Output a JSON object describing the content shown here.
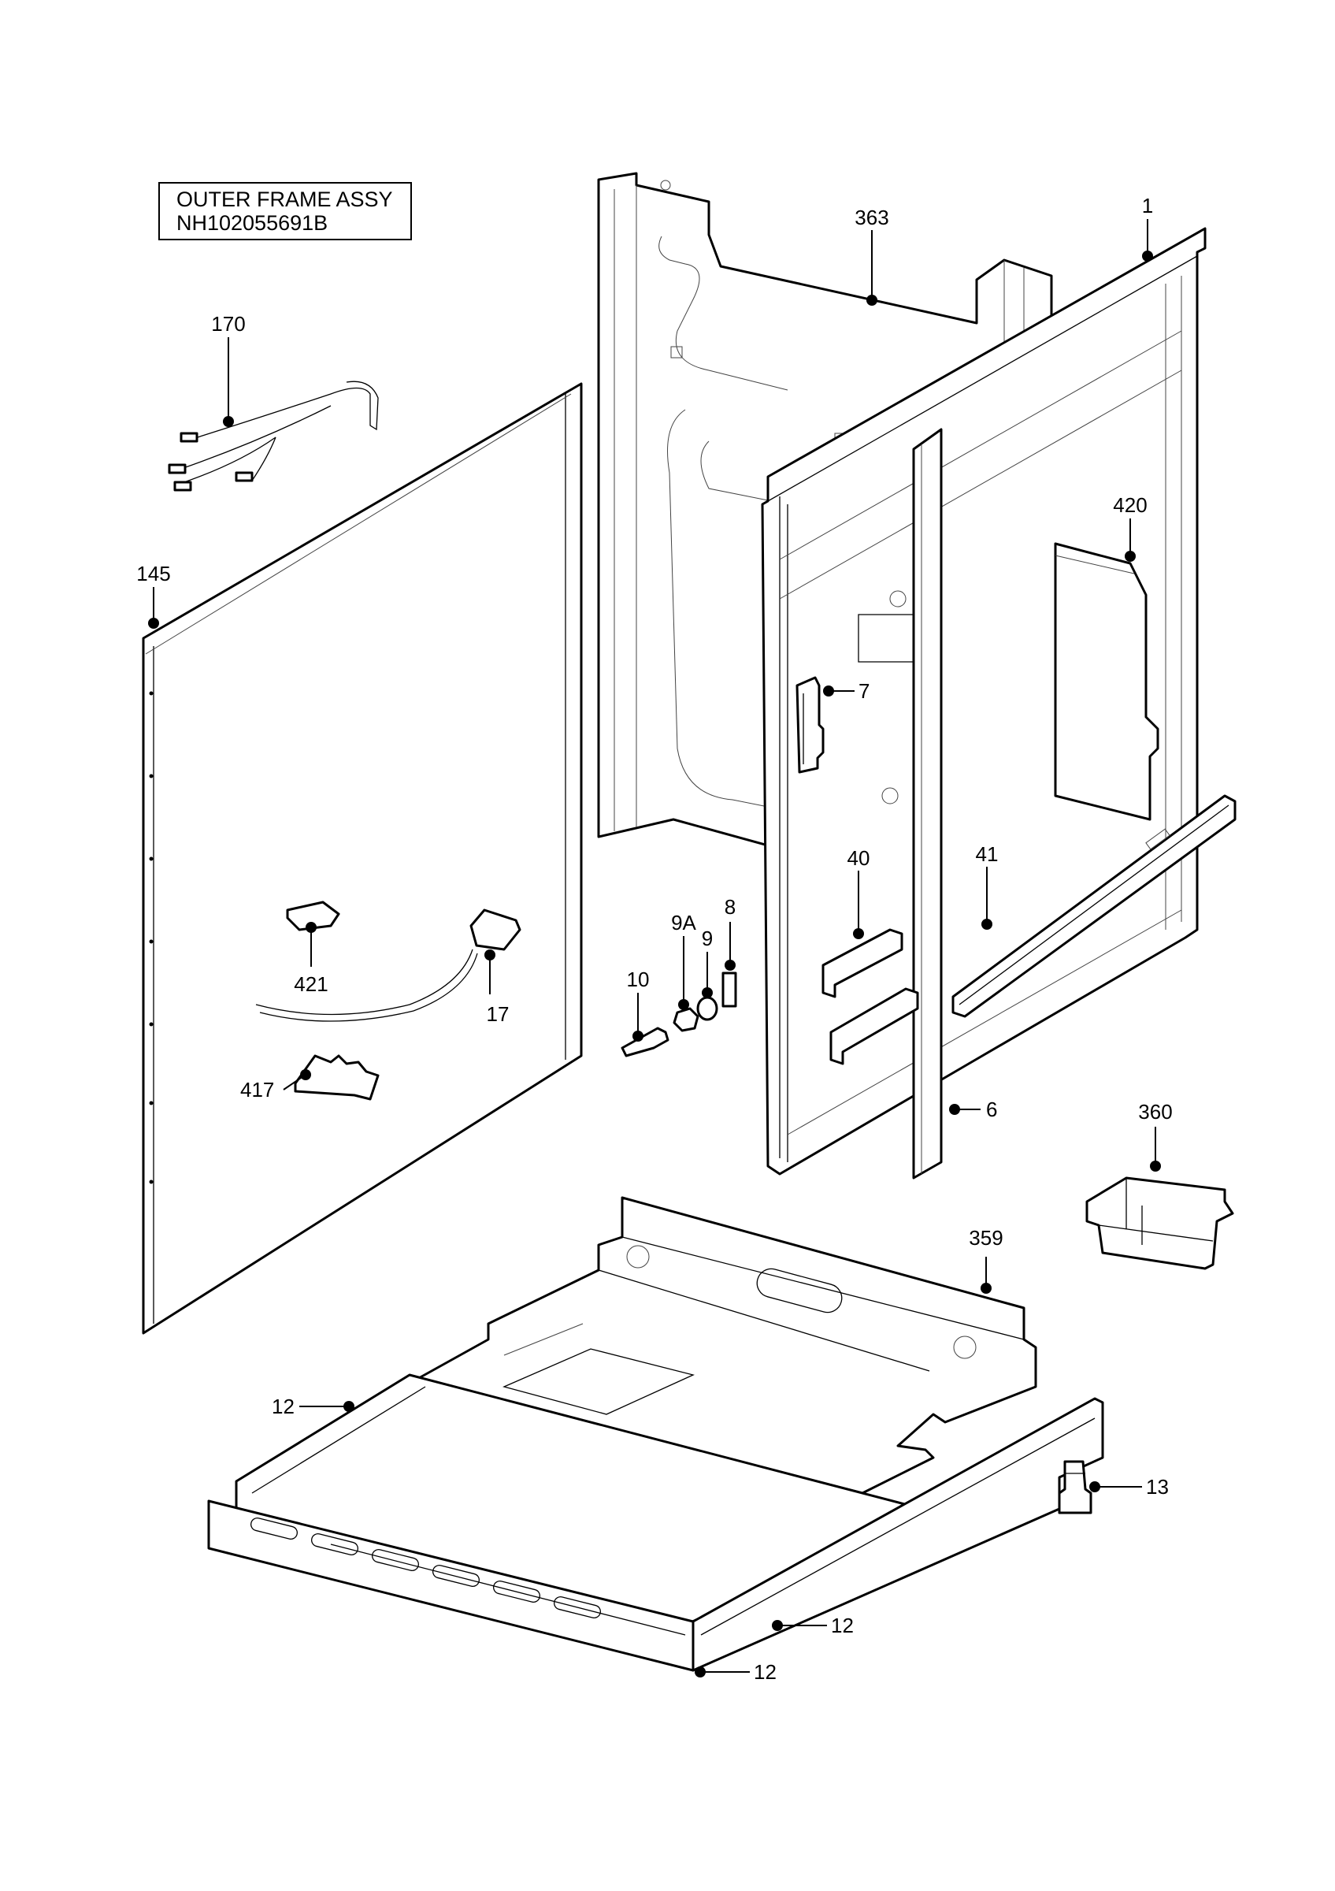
{
  "title": {
    "line1": "OUTER FRAME ASSY",
    "line2": "NH102055691B"
  },
  "callouts": {
    "c1": "1",
    "c363": "363",
    "c170": "170",
    "c145": "145",
    "c420": "420",
    "c7": "7",
    "c40": "40",
    "c41": "41",
    "c8": "8",
    "c9a": "9A",
    "c9": "9",
    "c10": "10",
    "c421": "421",
    "c17": "17",
    "c417": "417",
    "c6": "6",
    "c360": "360",
    "c359": "359",
    "c12a": "12",
    "c12b": "12",
    "c12c": "12",
    "c13": "13"
  }
}
